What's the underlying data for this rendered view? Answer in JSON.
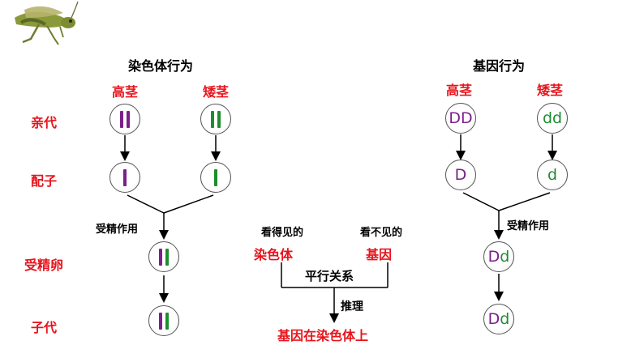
{
  "colors": {
    "purple": "#7b1f8c",
    "green": "#1f8c2f",
    "red": "#e8141c"
  },
  "icon": "grasshopper-icon",
  "left": {
    "title": "染色体行为",
    "tall": "高茎",
    "dwarf": "矮茎",
    "rows": {
      "parent": "亲代",
      "gamete": "配子",
      "zygote": "受精卵",
      "offspring": "子代"
    },
    "fertilization": "受精作用"
  },
  "right": {
    "title": "基因行为",
    "tall": "高茎",
    "dwarf": "矮茎",
    "fertilization": "受精作用",
    "genes": {
      "p1": "DD",
      "p2": "dd",
      "g1": "D",
      "g2": "d",
      "zygote": "Dd",
      "offspring": "Dd"
    }
  },
  "center": {
    "visible_caption": "看得见的",
    "invisible_caption": "看不见的",
    "chromosome": "染色体",
    "gene": "基因",
    "parallel": "平行关系",
    "inference": "推理",
    "conclusion": "基因在染色体上"
  }
}
